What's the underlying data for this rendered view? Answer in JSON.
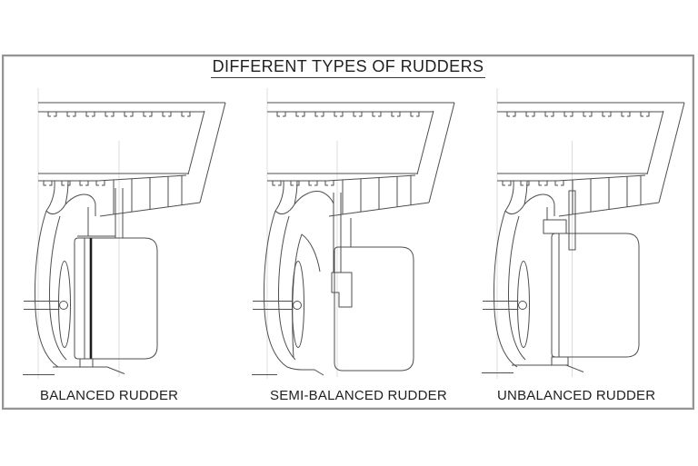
{
  "title": "DIFFERENT TYPES OF RUDDERS",
  "panels": [
    {
      "id": "balanced",
      "label": "BALANCED RUDDER"
    },
    {
      "id": "semi-balanced",
      "label": "SEMI-BALANCED RUDDER"
    },
    {
      "id": "unbalanced",
      "label": "UNBALANCED RUDDER"
    }
  ],
  "colors": {
    "line": "#4e4e4e",
    "line-dark": "#1d1d1d",
    "faint": "#dcdcdc",
    "frame-border": "#949494",
    "text": "#1f1f1f",
    "background": "#ffffff"
  }
}
